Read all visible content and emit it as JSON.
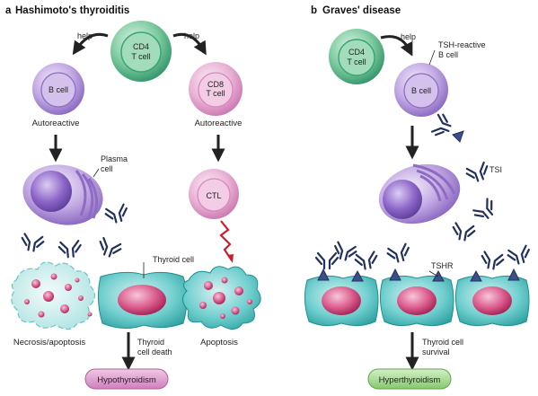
{
  "panel_a": {
    "letter": "a",
    "title": "Hashimoto's thyroiditis",
    "help_left": "help",
    "help_right": "help",
    "cd4_line1": "CD4",
    "cd4_line2": "T cell",
    "bcell_label": "B cell",
    "cd8_line1": "CD8",
    "cd8_line2": "T cell",
    "autoreactive_left": "Autoreactive",
    "autoreactive_right": "Autoreactive",
    "plasma_line1": "Plasma",
    "plasma_line2": "cell",
    "ctl_label": "CTL",
    "thyroid_cell_label": "Thyroid cell",
    "necrosis_label": "Necrosis/apoptosis",
    "death_line1": "Thyroid",
    "death_line2": "cell death",
    "apoptosis_label": "Apoptosis",
    "outcome": "Hypothyroidism"
  },
  "panel_b": {
    "letter": "b",
    "title": "Graves' disease",
    "help": "help",
    "cd4_line1": "CD4",
    "cd4_line2": "T cell",
    "tsh_line1": "TSH-reactive",
    "tsh_line2": "B cell",
    "bcell_label": "B cell",
    "tsi_label": "TSI",
    "tshr_label": "TSHR",
    "survival_line1": "Thyroid cell",
    "survival_line2": "survival",
    "outcome": "Hyperthyroidism"
  },
  "colors": {
    "cd4_green": "#3aa676",
    "bcell_purple": "#8e6cc4",
    "cd8_pink": "#d887bf",
    "thyroid_teal": "#3fb5b5",
    "nucleus_red": "#c8356a",
    "antibody_navy": "#22305e",
    "hypo_pill": "#d88ac6",
    "hyper_pill": "#8fd27c",
    "lightning": "#c8202a"
  }
}
